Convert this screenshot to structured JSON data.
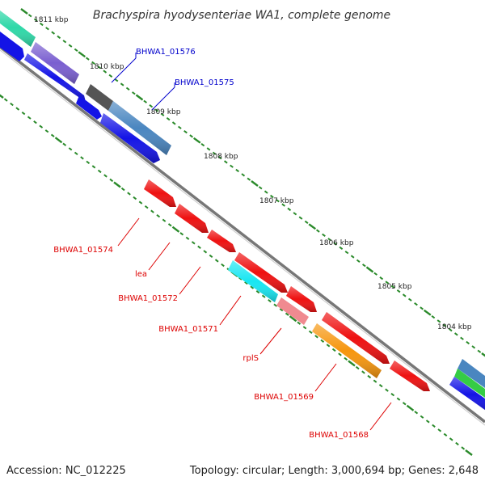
{
  "title": "Brachyspira hyodysenteriae WA1, complete genome",
  "footer": {
    "accession": "Accession: NC_012225",
    "topology": "Topology: circular; Length: 3,000,694 bp; Genes: 2,648"
  },
  "ruler": [
    {
      "label": "1811 kbp"
    },
    {
      "label": "1810 kbp"
    },
    {
      "label": "1809 kbp"
    },
    {
      "label": "1808 kbp"
    },
    {
      "label": "1807 kbp"
    },
    {
      "label": "1806 kbp"
    },
    {
      "label": "1805 kbp"
    },
    {
      "label": "1804 kbp"
    }
  ],
  "genes_blue": [
    {
      "label": "BHWA1_01576"
    },
    {
      "label": "BHWA1_01575"
    }
  ],
  "genes_red": [
    {
      "label": "BHWA1_01574"
    },
    {
      "label": "lea"
    },
    {
      "label": "BHWA1_01572"
    },
    {
      "label": "BHWA1_01571"
    },
    {
      "label": "rplS"
    },
    {
      "label": "BHWA1_01569"
    },
    {
      "label": "BHWA1_01568"
    }
  ],
  "colors": {
    "backbone": "#8a8a8a",
    "forward_label": "#0000cc",
    "reverse_label": "#dd0000",
    "cds_blue": "#1414e6",
    "cds_red": "#ee1111",
    "tick": "#2a8a2a"
  }
}
